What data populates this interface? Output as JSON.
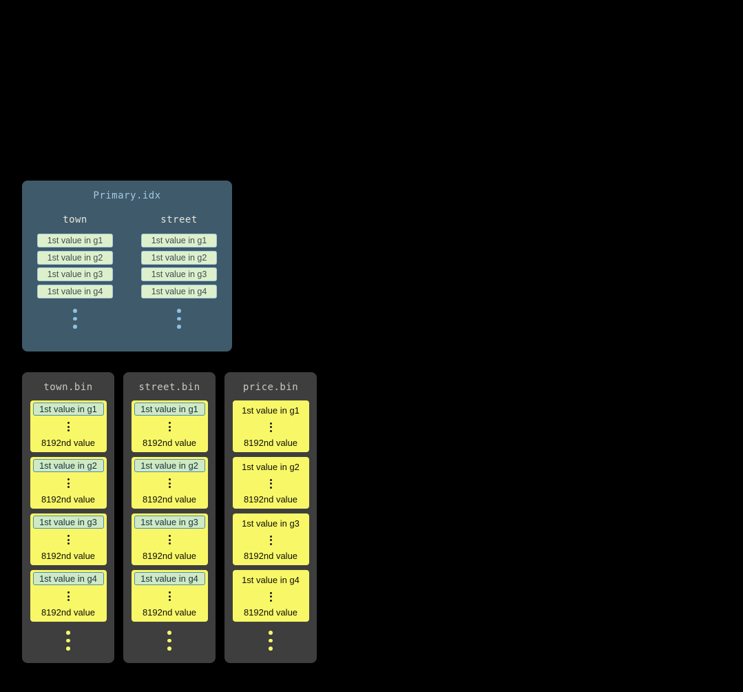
{
  "primary_index": {
    "title": "Primary.idx",
    "columns": [
      {
        "name": "town",
        "values": [
          "1st value in g1",
          "1st value in g2",
          "1st value in g3",
          "1st value in g4"
        ]
      },
      {
        "name": "street",
        "values": [
          "1st value in g1",
          "1st value in g2",
          "1st value in g3",
          "1st value in g4"
        ]
      }
    ]
  },
  "bins": [
    {
      "title": "town.bin",
      "granules": [
        {
          "first": "1st value in g1",
          "last": "8192nd value"
        },
        {
          "first": "1st value in g2",
          "last": "8192nd value"
        },
        {
          "first": "1st value in g3",
          "last": "8192nd value"
        },
        {
          "first": "1st value in g4",
          "last": "8192nd value"
        }
      ]
    },
    {
      "title": "street.bin",
      "granules": [
        {
          "first": "1st value in g1",
          "last": "8192nd value"
        },
        {
          "first": "1st value in g2",
          "last": "8192nd value"
        },
        {
          "first": "1st value in g3",
          "last": "8192nd value"
        },
        {
          "first": "1st value in g4",
          "last": "8192nd value"
        }
      ]
    },
    {
      "title": "price.bin",
      "granules": [
        {
          "first": "1st value in g1",
          "last": "8192nd value"
        },
        {
          "first": "1st value in g2",
          "last": "8192nd value"
        },
        {
          "first": "1st value in g3",
          "last": "8192nd value"
        },
        {
          "first": "1st value in g4",
          "last": "8192nd value"
        }
      ]
    }
  ],
  "colors": {
    "background": "#000000",
    "primary_panel_bg": "#3f5a6a",
    "primary_title_text": "#a6c8e2",
    "column_header_text": "#e8e6df",
    "index_chip_bg": "#ddf0cb",
    "index_chip_border": "#a3cbe0",
    "bin_panel_bg": "#3e3e3e",
    "bin_title_text": "#c9c9c4",
    "granule_bg": "#f8f767",
    "highlight_bg": "#cfe9c4",
    "highlight_border": "#4e8cab",
    "dot_blue": "#8cc1e2",
    "dot_yellow": "#f6f66e"
  }
}
